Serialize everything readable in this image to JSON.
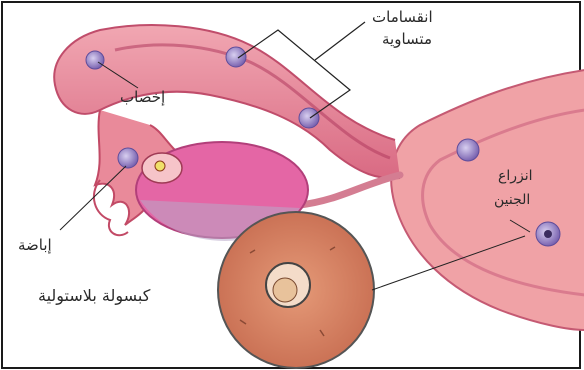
{
  "labels": {
    "fertilization": "إخصاب",
    "equal_divisions_line1": "انقسامات",
    "equal_divisions_line2": "متساوية",
    "ovulation": "إباضة",
    "blastocyst_capsule": "كبسولة بلاستولية",
    "implantation_line1": "انزراع",
    "implantation_line2": "الجنين"
  },
  "colors": {
    "tissue_pink": "#e98a9a",
    "tissue_dark": "#c24a66",
    "uterus_fill": "#f0a2a6",
    "ovary_fill": "#e466a5",
    "cell_purple": "#9b86c9",
    "zoom_fill": "#d98262",
    "frame": "#1a1a1a"
  }
}
